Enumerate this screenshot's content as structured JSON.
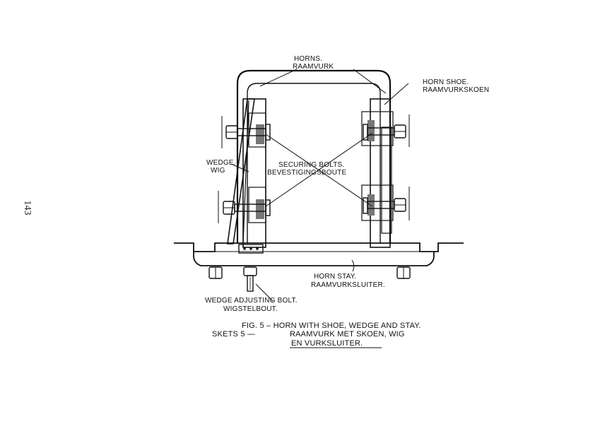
{
  "page_number": "143",
  "labels": {
    "horns": [
      "HORNS.",
      "RAAMVURK"
    ],
    "horn_shoe": [
      "HORN SHOE.",
      "RAAMVURKSKOEN"
    ],
    "wedge": [
      "WEDGE.",
      "WIG"
    ],
    "securing_bolts": [
      "SECURING BOLTS.",
      "BEVESTIGINGSBOUTE"
    ],
    "horn_stay": [
      "HORN STAY.",
      "RAAMVURKSLUITER."
    ],
    "wedge_adjusting_bolt": [
      "WEDGE ADJUSTING BOLT.",
      "WIGSTELBOUT."
    ]
  },
  "caption": {
    "line1": "FIG. 5 – HORN WITH SHOE, WEDGE AND STAY.",
    "line2_prefix": "SKETS 5 —",
    "line2": "RAAMVURK MET SKOEN, WIG",
    "line3": "EN VURKSLUITER."
  }
}
